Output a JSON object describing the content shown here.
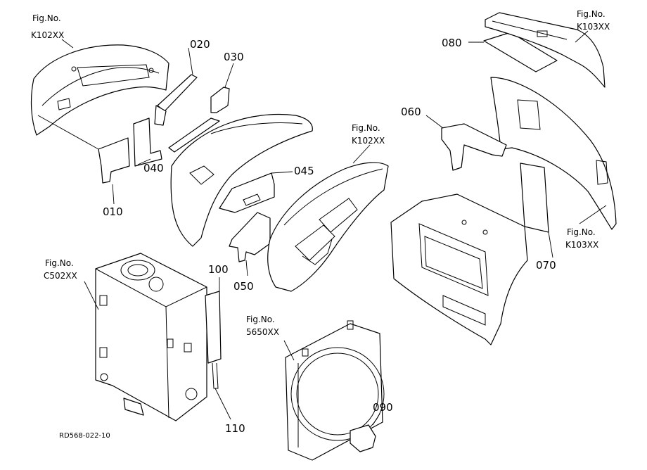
{
  "diagram": {
    "drawing_code": "RD568-022-10",
    "part_numbers": [
      {
        "id": "p010",
        "text": "010"
      },
      {
        "id": "p020",
        "text": "020"
      },
      {
        "id": "p030",
        "text": "030"
      },
      {
        "id": "p040",
        "text": "040"
      },
      {
        "id": "p045",
        "text": "045"
      },
      {
        "id": "p050",
        "text": "050"
      },
      {
        "id": "p060",
        "text": "060"
      },
      {
        "id": "p070",
        "text": "070"
      },
      {
        "id": "p080",
        "text": "080"
      },
      {
        "id": "p090",
        "text": "090"
      },
      {
        "id": "p100",
        "text": "100"
      },
      {
        "id": "p110",
        "text": "110"
      }
    ],
    "figure_refs": [
      {
        "id": "f1",
        "caption": "Fig.No.",
        "ref": "K102XX"
      },
      {
        "id": "f2",
        "caption": "Fig.No.",
        "ref": "K103XX"
      },
      {
        "id": "f3",
        "caption": "Fig.No.",
        "ref": "K102XX"
      },
      {
        "id": "f4",
        "caption": "Fig.No.",
        "ref": "K103XX"
      },
      {
        "id": "f5",
        "caption": "Fig.No.",
        "ref": "C502XX"
      },
      {
        "id": "f6",
        "caption": "Fig.No.",
        "ref": "5650XX"
      }
    ]
  }
}
